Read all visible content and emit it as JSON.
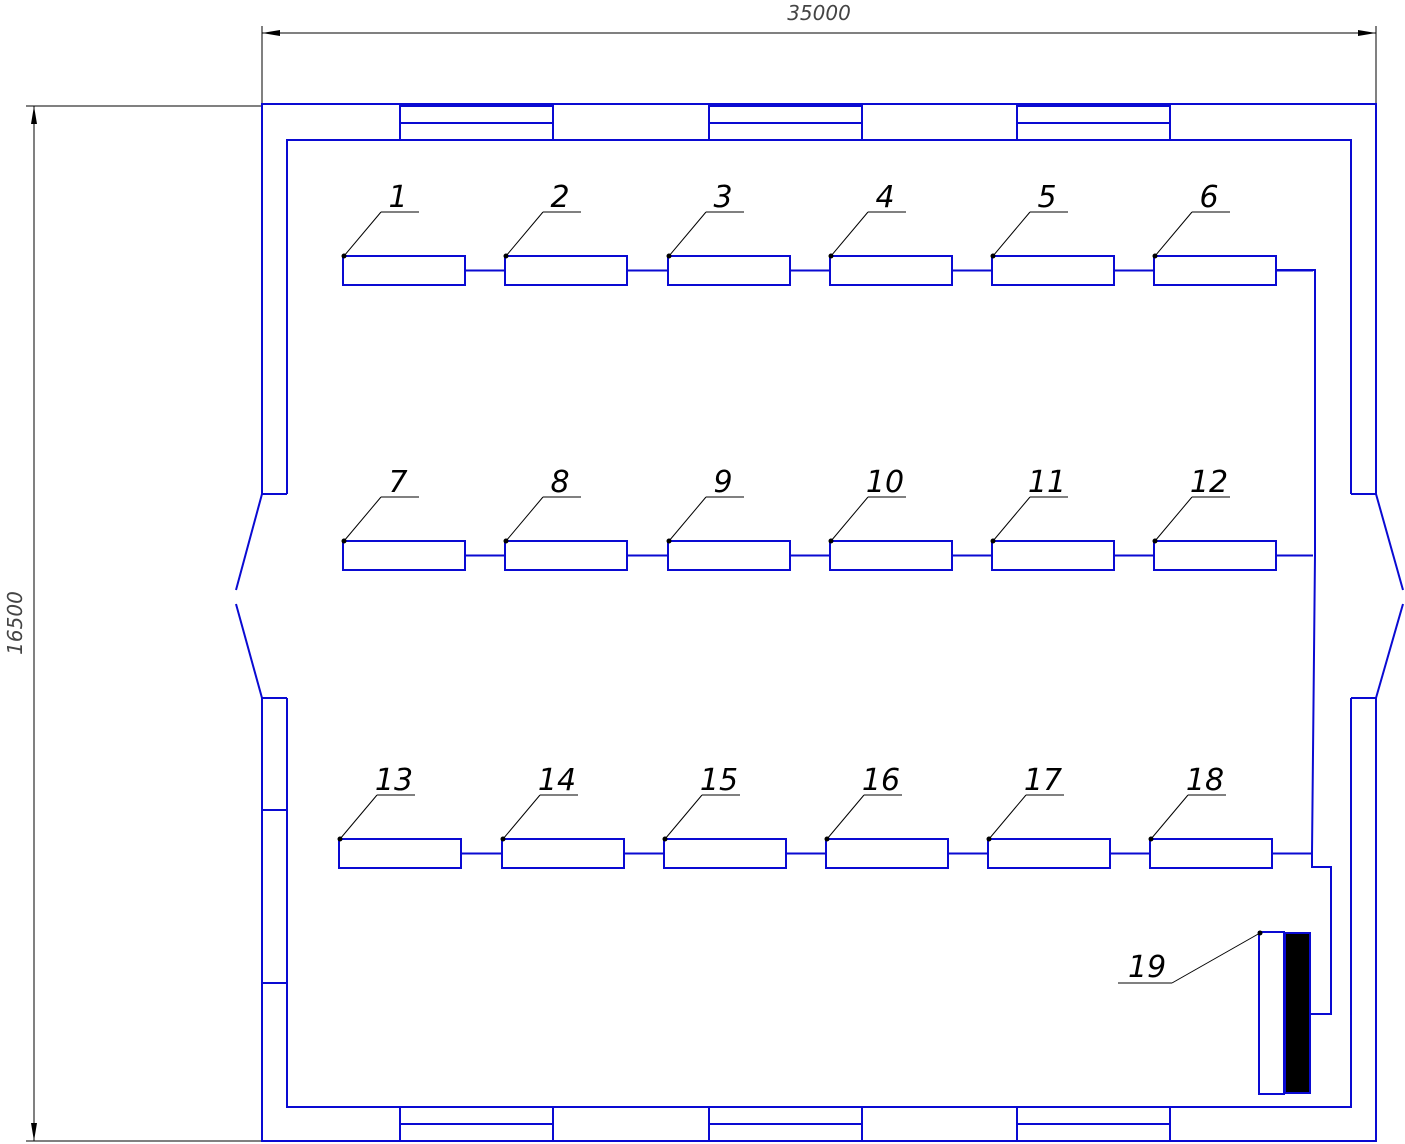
{
  "dimensions": {
    "width": "35000",
    "height": "16500"
  },
  "units": [
    {
      "label": "1"
    },
    {
      "label": "2"
    },
    {
      "label": "3"
    },
    {
      "label": "4"
    },
    {
      "label": "5"
    },
    {
      "label": "6"
    },
    {
      "label": "7"
    },
    {
      "label": "8"
    },
    {
      "label": "9"
    },
    {
      "label": "10"
    },
    {
      "label": "11"
    },
    {
      "label": "12"
    },
    {
      "label": "13"
    },
    {
      "label": "14"
    },
    {
      "label": "15"
    },
    {
      "label": "16"
    },
    {
      "label": "17"
    },
    {
      "label": "18"
    }
  ],
  "cabinet": {
    "label": "19"
  },
  "colors": {
    "wall": "#0a0ad2",
    "dimension": "#000000",
    "cabinet_fill": "#000000"
  }
}
